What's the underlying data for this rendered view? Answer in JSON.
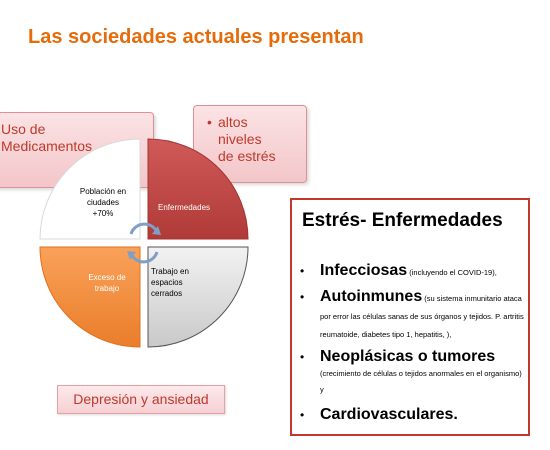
{
  "title": "Las sociedades actuales presentan",
  "box_medicamentos": {
    "line1": "Uso de",
    "line2": "Medicamentos"
  },
  "box_estres": {
    "bullet": "•",
    "line1": "altos",
    "line2": "niveles",
    "line3": "de estrés"
  },
  "cycle": {
    "top_left": {
      "line1": "Población en",
      "line2": "ciudades",
      "line3": "+70%"
    },
    "top_right": {
      "label": "Enfermedades"
    },
    "bottom_right": {
      "line1": "Trabajo en",
      "line2": "espacios",
      "line3": "cerrados"
    },
    "bottom_left": {
      "line1": "Exceso de",
      "line2": "trabajo"
    }
  },
  "depresion": "Depresión y ansiedad",
  "enfermedades": {
    "title": "Estrés- Enfermedades",
    "bullet": "•",
    "items": [
      {
        "main": "Infecciosas",
        "note": " (incluyendo el COVID-19),",
        "after": ""
      },
      {
        "main": "Autoinmunes",
        "note": " (su sistema inmunitario ataca por error las células sanas de sus órganos y tejidos. P. artritis reumatoide, diabetes tipo 1, hepatitis, ),",
        "after": ""
      },
      {
        "main": "Neoplásicas o tumores",
        "note": " (crecimiento de células o tejidos anormales en el organismo)  y",
        "after": ""
      },
      {
        "main": "Cardiovasculares",
        "note": "",
        "after": "."
      }
    ]
  },
  "colors": {
    "title": "#e46c0a",
    "red_segment": "#c0504d",
    "orange_segment": "#f79646",
    "grey_segment": "#dcdcdc",
    "white_segment": "#ffffff",
    "box_text": "#c0392b"
  }
}
